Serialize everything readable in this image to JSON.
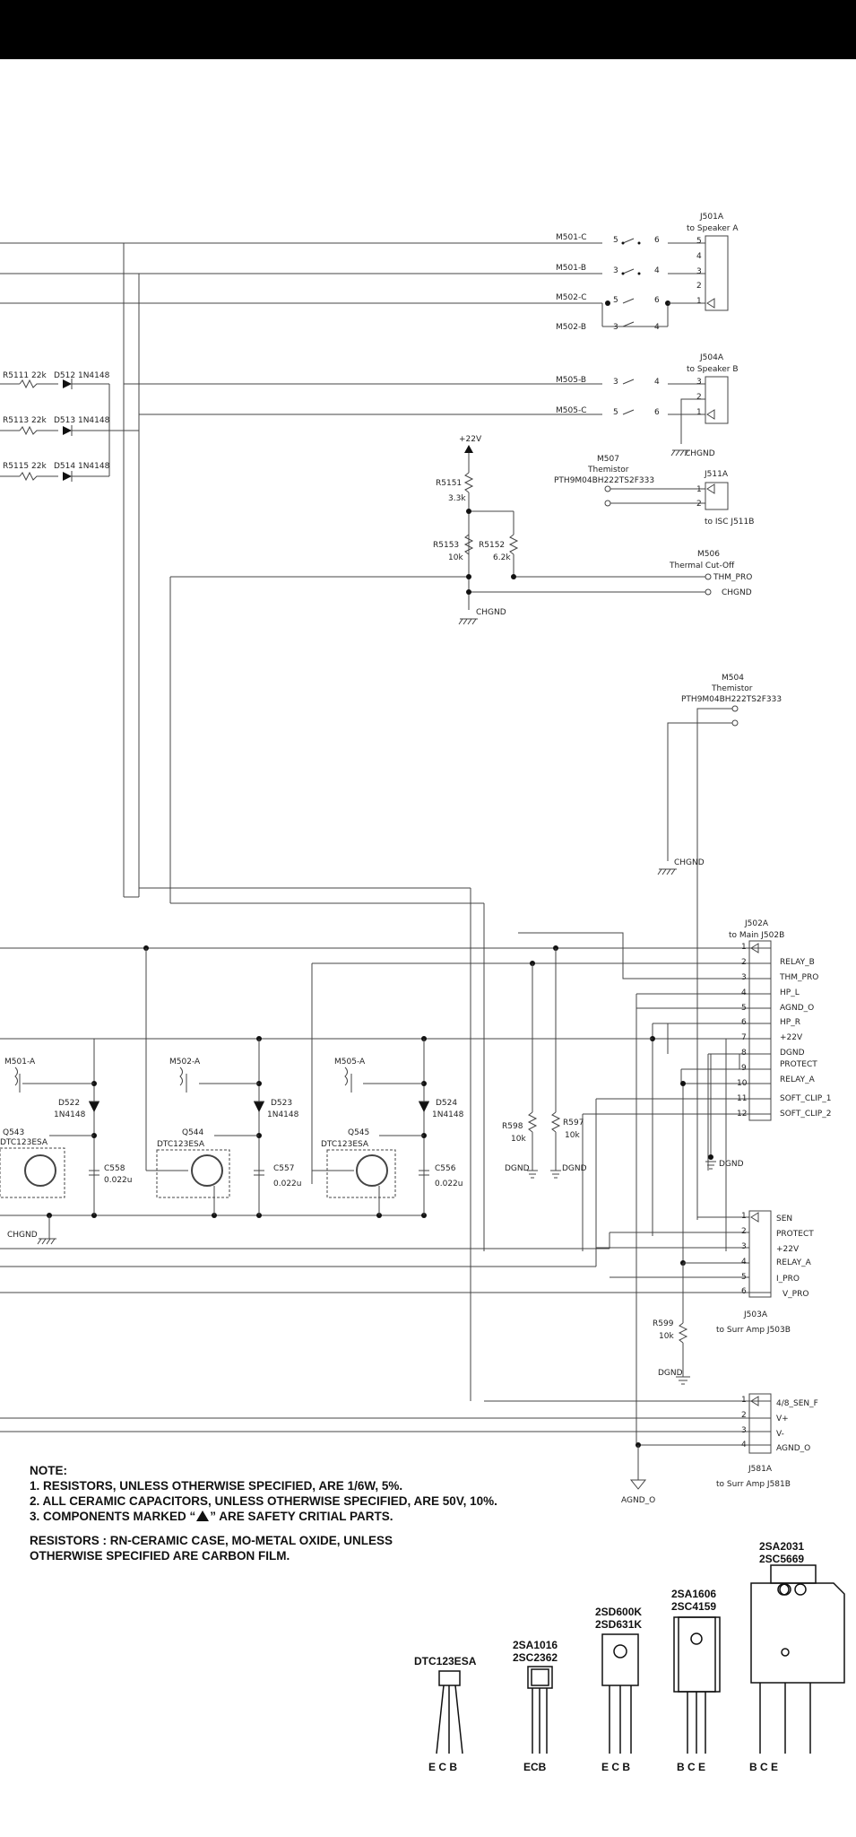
{
  "connectors": {
    "j501a": {
      "ref": "J501A",
      "dest": "to Speaker A",
      "pins": [
        "5",
        "4",
        "3",
        "2",
        "1"
      ]
    },
    "j504a": {
      "ref": "J504A",
      "dest": "to Speaker B",
      "pins": [
        "3",
        "2",
        "1"
      ]
    },
    "j511a": {
      "ref": "J511A",
      "dest": "to ISC J511B",
      "pins": [
        "1",
        "2"
      ]
    },
    "j502a": {
      "ref": "J502A",
      "dest": "to Main J502B",
      "pins": [
        "1",
        "2",
        "3",
        "4",
        "5",
        "6",
        "7",
        "8",
        "9",
        "10",
        "11",
        "12"
      ],
      "signals": [
        "",
        "RELAY_B",
        "THM_PRO",
        "HP_L",
        "AGND_O",
        "HP_R",
        "+22V",
        "DGND",
        "PROTECT",
        "RELAY_A",
        "SOFT_CLIP_1",
        "SOFT_CLIP_2"
      ]
    },
    "j503a": {
      "ref": "J503A",
      "dest": "to Surr Amp J503B",
      "pins": [
        "1",
        "2",
        "3",
        "4",
        "5",
        "6"
      ],
      "signals": [
        "SEN",
        "PROTECT",
        "+22V",
        "RELAY_A",
        "I_PRO",
        "V_PRO"
      ]
    },
    "j581a": {
      "ref": "J581A",
      "dest": "to Surr Amp J581B",
      "pins": [
        "1",
        "2",
        "3",
        "4"
      ],
      "signals": [
        "4/8_SEN_F",
        "V+",
        "V-",
        "AGND_O"
      ]
    }
  },
  "switches": [
    {
      "label": "M501-C",
      "a": "5",
      "b": "6"
    },
    {
      "label": "M501-B",
      "a": "3",
      "b": "4"
    },
    {
      "label": "M502-C",
      "a": "5",
      "b": "6"
    },
    {
      "label": "M502-B",
      "a": "3",
      "b": "4"
    },
    {
      "label": "M505-B",
      "a": "3",
      "b": "4"
    },
    {
      "label": "M505-C",
      "a": "5",
      "b": "6"
    }
  ],
  "left_resistors": [
    {
      "label": "R5111 22k",
      "diode": "D512 1N4148"
    },
    {
      "label": "R5113 22k",
      "diode": "D513 1N4148"
    },
    {
      "label": "R5115 22k",
      "diode": "D514 1N4148"
    }
  ],
  "supply": {
    "label": "+22V"
  },
  "resistors": {
    "r5151": {
      "ref": "R5151",
      "val": "3.3k"
    },
    "r5153": {
      "ref": "R5153",
      "val": "10k"
    },
    "r5152": {
      "ref": "R5152",
      "val": "6.2k"
    },
    "r598": {
      "ref": "R598",
      "val": "10k"
    },
    "r597": {
      "ref": "R597",
      "val": "10k"
    },
    "r599": {
      "ref": "R599",
      "val": "10k"
    }
  },
  "thermistors": {
    "m507": {
      "ref": "M507",
      "type": "Themistor",
      "part": "PTH9M04BH222TS2F333"
    },
    "m504": {
      "ref": "M504",
      "type": "Themistor",
      "part": "PTH9M04BH222TS2F333"
    }
  },
  "thermal": {
    "ref": "M506",
    "type": "Thermal Cut-Off",
    "net1": "THM_PRO",
    "net2": "CHGND"
  },
  "grounds": {
    "chgnd": "CHGND",
    "dgnd": "DGND",
    "agnd": "AGND_O"
  },
  "relay_blocks": [
    {
      "relay": "M501-A",
      "diode": "D522",
      "diode_part": "1N4148",
      "transistor": "Q543",
      "transistor_part": "DTC123ESA",
      "cap": "C558",
      "cap_val": "0.022u"
    },
    {
      "relay": "M502-A",
      "diode": "D523",
      "diode_part": "1N4148",
      "transistor": "Q544",
      "transistor_part": "DTC123ESA",
      "cap": "C557",
      "cap_val": "0.022u"
    },
    {
      "relay": "M505-A",
      "diode": "D524",
      "diode_part": "1N4148",
      "transistor": "Q545",
      "transistor_part": "DTC123ESA",
      "cap": "C556",
      "cap_val": "0.022u"
    }
  ],
  "notes": {
    "title": "NOTE:",
    "line1": "1. RESISTORS, UNLESS OTHERWISE SPECIFIED, ARE 1/6W, 5%.",
    "line2": "2. ALL CERAMIC CAPACITORS, UNLESS OTHERWISE SPECIFIED, ARE 50V, 10%.",
    "line3_pre": "3. COMPONENTS MARKED “",
    "line3_post": "” ARE SAFETY CRITIAL PARTS.",
    "line4": "RESISTORS : RN-CERAMIC CASE, MO-METAL OXIDE, UNLESS",
    "line5": "OTHERWISE SPECIFIED ARE CARBON FILM."
  },
  "packages": [
    {
      "name": "DTC123ESA",
      "pins": "E C B"
    },
    {
      "name1": "2SA1016",
      "name2": "2SC2362",
      "pins": "ECB"
    },
    {
      "name1": "2SD600K",
      "name2": "2SD631K",
      "pins": "E C B"
    },
    {
      "name1": "2SA1606",
      "name2": "2SC4159",
      "pins": "B C E"
    },
    {
      "name1": "2SA2031",
      "name2": "2SC5669",
      "pins": "B C E"
    }
  ]
}
